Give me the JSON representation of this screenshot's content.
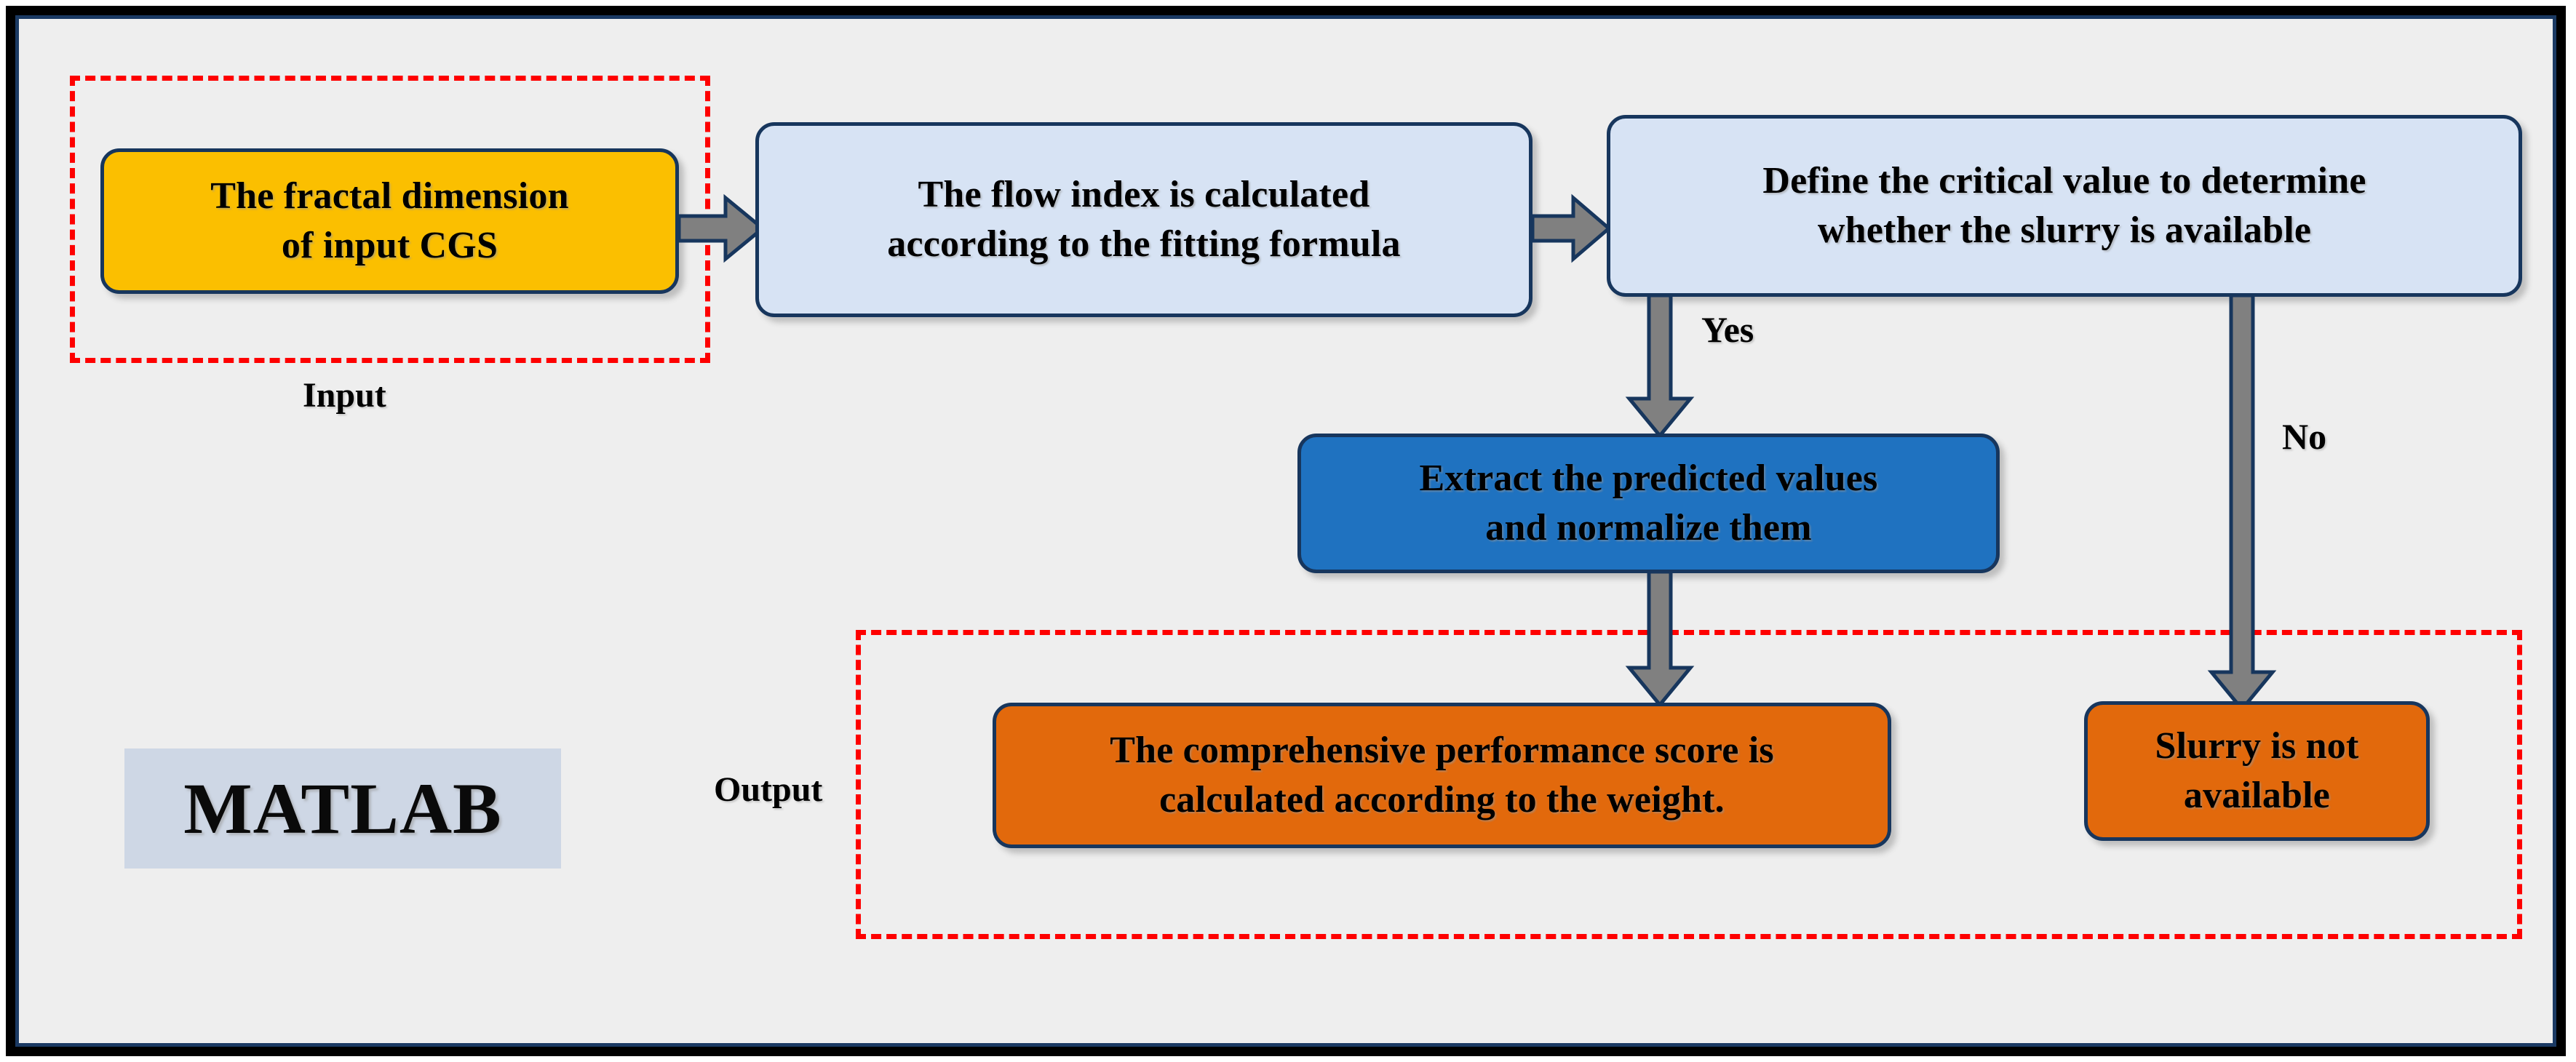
{
  "diagram": {
    "title_chip": "MATLAB",
    "nodes": {
      "input_fractal": "The fractal dimension\nof input CGS",
      "flow_index": "The flow index is calculated\naccording to the fitting formula",
      "critical_value": "Define the critical value to determine\nwhether the slurry is available",
      "extract_values": "Extract the predicted values\nand normalize them",
      "performance_score": "The comprehensive performance score is\ncalculated according to the weight.",
      "slurry_unavailable": "Slurry is not\navailable"
    },
    "group_labels": {
      "input": "Input",
      "output": "Output"
    },
    "edge_labels": {
      "yes": "Yes",
      "no": "No"
    },
    "colors": {
      "frame_outer": "#000000",
      "frame_inner": "#17365d",
      "canvas_bg": "#eeeeee",
      "node_yellow": "#fbbf00",
      "node_light_blue": "#d7e3f4",
      "node_dark_blue": "#1f72c0",
      "node_orange": "#e2690c",
      "node_border": "#17365d",
      "dashed_group": "#fe0000",
      "arrow_fill": "#808080",
      "arrow_stroke": "#17365d",
      "matlab_chip_bg": "#ced7e5"
    }
  }
}
